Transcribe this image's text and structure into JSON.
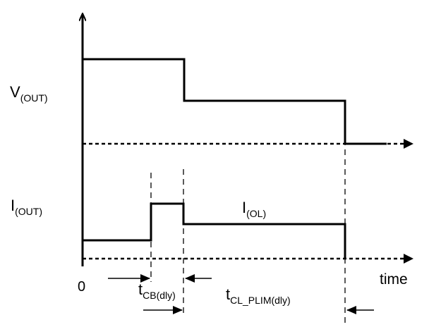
{
  "labels": {
    "v_out": {
      "main": "V",
      "sub": "(OUT)"
    },
    "i_out": {
      "main": "I",
      "sub": "(OUT)"
    },
    "i_ol": {
      "main": "I",
      "sub": "(OL)"
    },
    "t_cb": {
      "main": "t",
      "sub": "CB(dly)"
    },
    "t_cl": {
      "main": "t",
      "sub": "CL_PLIM(dly)"
    },
    "origin": "0",
    "time_axis": "time"
  },
  "colors": {
    "ink": "#000000",
    "background": "#ffffff"
  }
}
